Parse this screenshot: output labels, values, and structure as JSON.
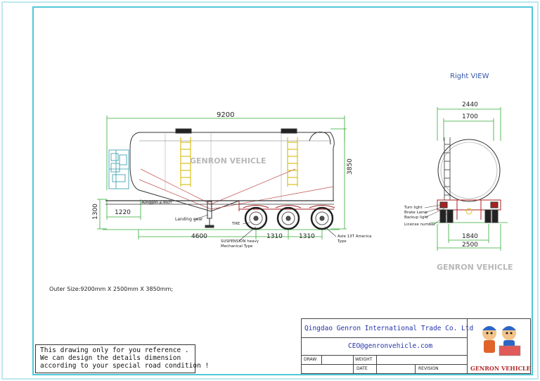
{
  "views": {
    "right_view_title": "Right   VIEW"
  },
  "side_view": {
    "dim_overall_length": "9200",
    "dim_overall_height": "3850",
    "dim_kingpin_height": "1300",
    "dim_kingpin_offset": "1220",
    "dim_front_to_axle": "4600",
    "dim_axle_spacing_1": "1310",
    "dim_axle_spacing_2": "1310",
    "label_kingpin": "Kingpin 2 inch",
    "label_landing_gear": "Landing gear",
    "label_tire": "TIRE",
    "label_suspension_line1": "SUSPENSION  heavy",
    "label_suspension_line2": "Mechanical  Type",
    "label_axle_line1": "Axle  13T  America",
    "label_axle_line2": "Type"
  },
  "rear_view": {
    "dim_overall_width": "2440",
    "dim_tank_width": "1700",
    "dim_track": "1840",
    "dim_width": "2500",
    "labels": [
      "Turn light",
      "Brake Lamp",
      "Backup light",
      "License number"
    ]
  },
  "watermarks": [
    "GENRON VEHICLE",
    "GENRON VEHICLE"
  ],
  "outer_size": "Outer Size:9200mm X 2500mm X 3850mm;",
  "note_lines": [
    "This drawing only for you reference .",
    "We can design the details dimension",
    "according to your special road condition !"
  ],
  "title_block": {
    "company": "Qingdao Genron International Trade Co. Ltd",
    "email": "CEO@genronvehicle.com",
    "draw_label": "DRAW",
    "weight_label": "WEIGHT",
    "date_label": "DATE",
    "revision_label": "REVISION",
    "logo_text": "GENRON VEHICLE"
  },
  "colors": {
    "border": "#4fc8d8",
    "dim_lines": "#33aa33",
    "outline": "#333333",
    "ladder": "#d8c020",
    "frame": "#aa2222",
    "machinery": "#2a9aa8",
    "title_text": "#2233aa"
  }
}
